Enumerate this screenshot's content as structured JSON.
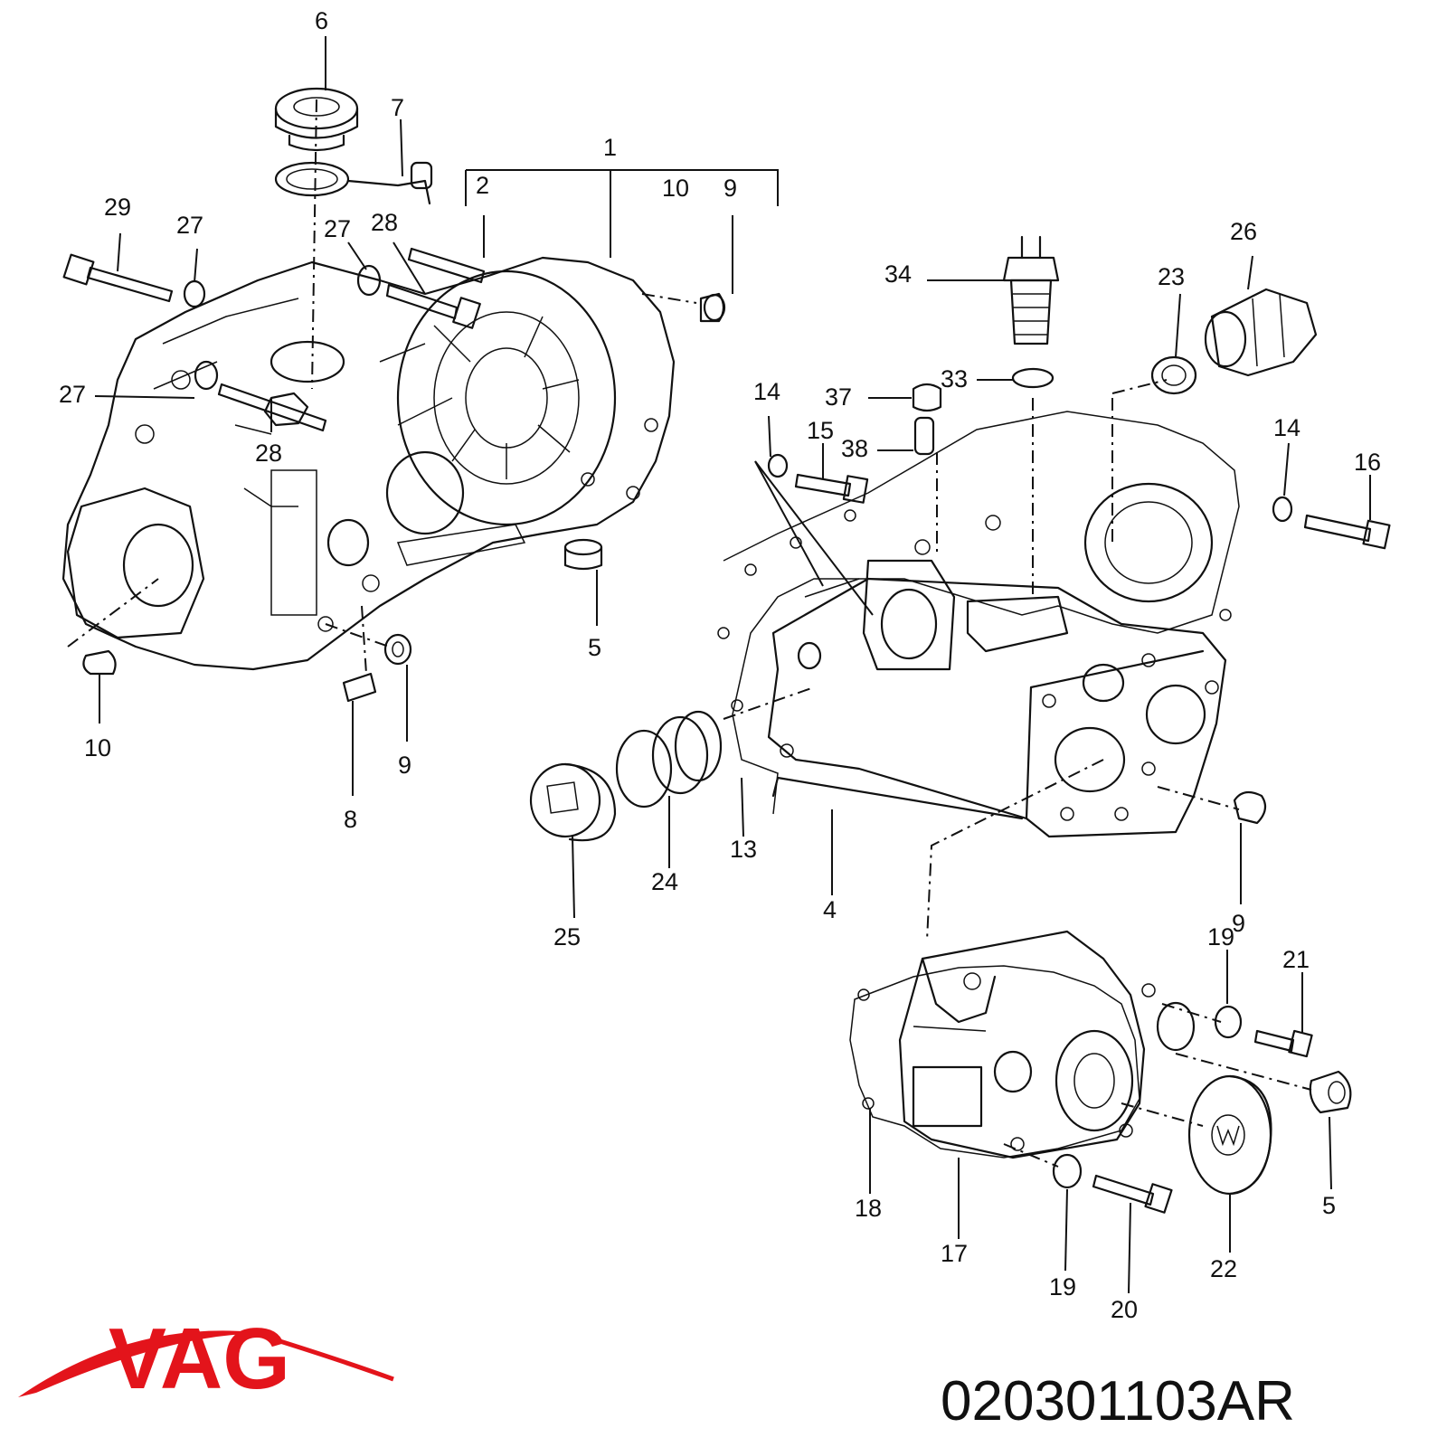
{
  "brand": {
    "name": "VAG",
    "color": "#e3141b"
  },
  "part_number": "020301103AR",
  "callouts": {
    "c1": "1",
    "c2": "2",
    "c4": "4",
    "c5a": "5",
    "c5b": "5",
    "c6": "6",
    "c7": "7",
    "c8": "8",
    "c9a": "9",
    "c9b": "9",
    "c9c": "9",
    "c10a": "10",
    "c10b": "10",
    "c13": "13",
    "c14a": "14",
    "c14b": "14",
    "c15": "15",
    "c16": "16",
    "c17": "17",
    "c18": "18",
    "c19a": "19",
    "c19b": "19",
    "c20": "20",
    "c21": "21",
    "c22": "22",
    "c23": "23",
    "c24": "24",
    "c25": "25",
    "c26": "26",
    "c27a": "27",
    "c27b": "27",
    "c27c": "27",
    "c28a": "28",
    "c28b": "28",
    "c29": "29",
    "c33": "33",
    "c34": "34",
    "c37": "37",
    "c38": "38"
  }
}
